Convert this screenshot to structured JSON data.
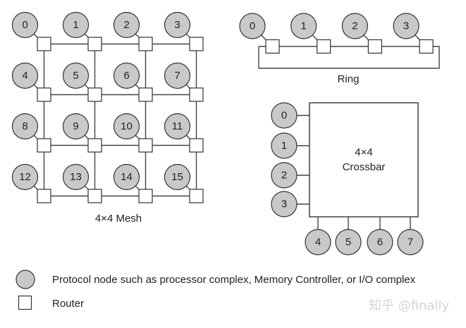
{
  "mesh": {
    "caption": "4×4 Mesh",
    "rows": 4,
    "cols": 4,
    "nodes": [
      "0",
      "1",
      "2",
      "3",
      "4",
      "5",
      "6",
      "7",
      "8",
      "9",
      "10",
      "11",
      "12",
      "13",
      "14",
      "15"
    ]
  },
  "ring": {
    "caption": "Ring",
    "nodes": [
      "0",
      "1",
      "2",
      "3"
    ]
  },
  "crossbar": {
    "label_line1": "4×4",
    "label_line2": "Crossbar",
    "left_nodes": [
      "0",
      "1",
      "2",
      "3"
    ],
    "bottom_nodes": [
      "4",
      "5",
      "6",
      "7"
    ]
  },
  "legend": {
    "node_text": "Protocol node such as processor complex, Memory Controller, or I/O complex",
    "router_text": "Router"
  },
  "watermark": "知乎 @finally",
  "colors": {
    "node_fill": "#c9c9c9",
    "stroke": "#333333",
    "router_fill": "#ffffff"
  }
}
